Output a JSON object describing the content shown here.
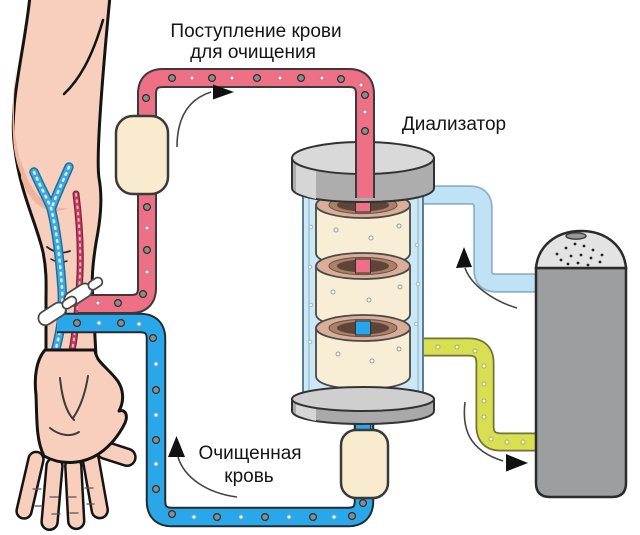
{
  "diagram": {
    "type": "hemodialysis-schematic",
    "labels": {
      "blood_in": {
        "line1": "Поступление крови",
        "line2": "для очищения"
      },
      "dialyzer": "Диализатор",
      "clean_blood": {
        "line1": "Очищенная",
        "line2": "кровь"
      }
    },
    "flow_arrows": [
      "blood-to-dialyzer-arrow",
      "clean-blood-return-arrow",
      "dialysate-up-arrow",
      "dialysate-to-tank-arrow"
    ],
    "colors": {
      "blood_tube": "#ee7086",
      "clean_tube": "#2aa7e8",
      "fresh_dialysate_tube": "#bfe2f6",
      "used_dialysate_tube": "#d9df52",
      "skin": "#f8cfbc",
      "skin_shade": "#eeb49e",
      "vein": "#3fa9dc",
      "artery": "#c43b5e",
      "pump_chamber": "#f9ecce",
      "dialyzer_glass": "#cce8f7",
      "filter_disc": "#f8eed6",
      "filter_ring": "#d9ad97",
      "filter_core": "#5e4538",
      "tank_body": "#9c9ea0",
      "tank_top": "#e3e3e3",
      "label_text": "#141414"
    }
  }
}
